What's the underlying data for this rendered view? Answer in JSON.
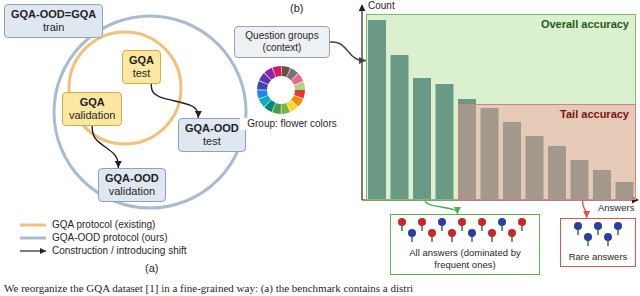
{
  "diagram": {
    "caption": "We reorganize the GQA dataset [1] in a fine-grained way: (a) the benchmark contains a distri",
    "nodes": [
      {
        "text": [
          "GQA-OOD=GQA",
          "train"
        ]
      },
      {
        "text": [
          "GQA",
          "test"
        ]
      },
      {
        "text": [
          "GQA",
          "validation"
        ]
      },
      {
        "text": [
          "GQA-OOD",
          "test"
        ]
      },
      {
        "text": [
          "GQA-OOD",
          "validation"
        ]
      },
      {
        "text": [
          "Question groups (context)"
        ]
      },
      {
        "text": [
          "Overall accuracy"
        ]
      },
      {
        "text": [
          "Tail accuracy"
        ],
        "in": 6
      },
      {
        "text": [
          "All answers (dominated by frequent ones)"
        ]
      },
      {
        "text": [
          "Rare answers"
        ]
      }
    ],
    "edges": [
      {
        "from": 1,
        "to": 3,
        "arrow": "to"
      },
      {
        "from": 2,
        "to": 4,
        "arrow": "to"
      },
      {
        "from": 5,
        "to": 6,
        "arrow": "to"
      },
      {
        "from": 6,
        "to": 8,
        "arrow": "to"
      },
      {
        "from": 7,
        "to": 9,
        "arrow": "to"
      }
    ],
    "labels": [
      "(a)",
      "(b)",
      "Count",
      "Answers",
      "Group: flower colors"
    ],
    "legend": [
      {
        "text": "GQA protocol (existing)"
      },
      {
        "text": "GQA-OOD protocol (ours)"
      },
      {
        "text": "Construction / introducing shift"
      }
    ]
  }
}
